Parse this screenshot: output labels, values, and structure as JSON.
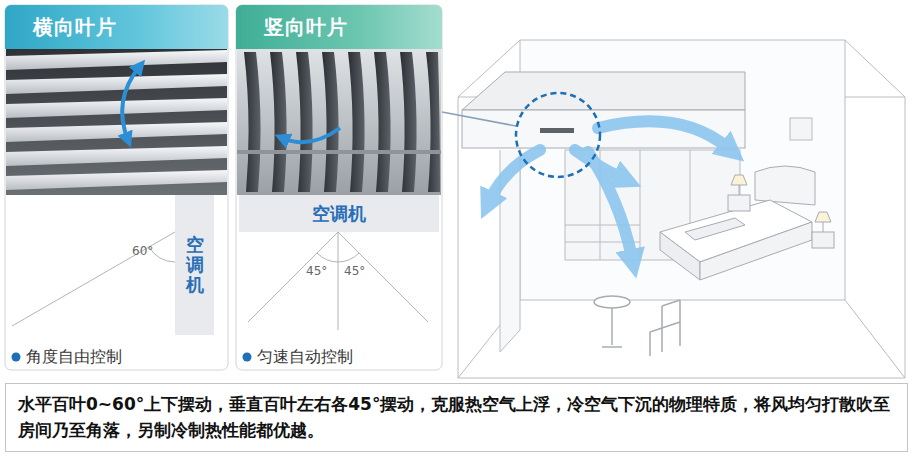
{
  "diagram": {
    "nodes": [
      {
        "text": [
          "横向叶片"
        ]
      },
      {
        "text": [
          "空调机"
        ]
      },
      {
        "text": [
          "竖向叶片"
        ]
      },
      {
        "text": [
          "空调机"
        ]
      },
      {
        "text": [
          "水平百叶0~60°上下摆动，垂直百叶左右各45°摆动，克服热空气上浮，冷空气下沉的物理特质，将风均匀打散吹至房间乃至角落，另制冷制热性能都优越。"
        ]
      }
    ],
    "labels": [
      "60°",
      "角度自由控制",
      "45°",
      "45°",
      "匀速自动控制"
    ]
  }
}
